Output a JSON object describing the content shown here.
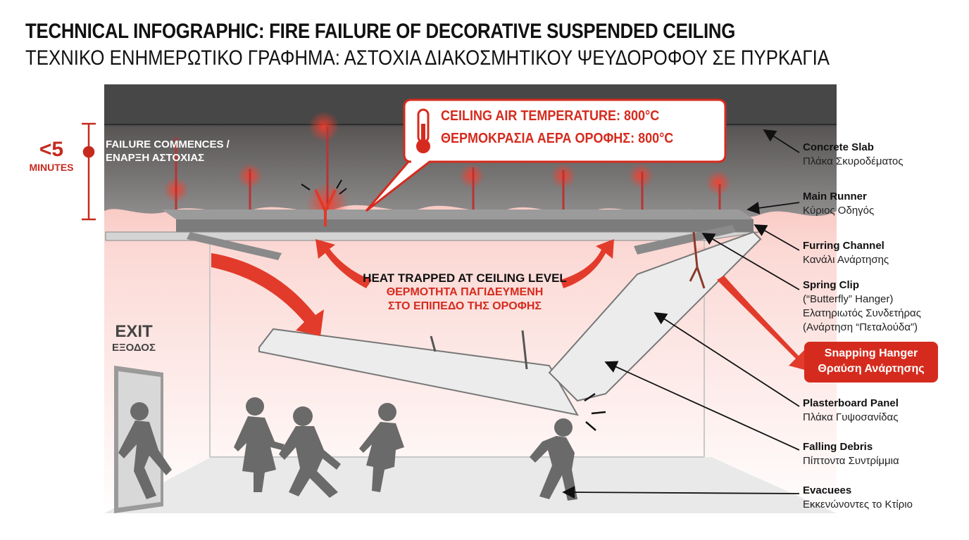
{
  "title": {
    "english": "TECHNICAL INFOGRAPHIC: FIRE FAILURE OF DECORATIVE SUSPENDED CEILING",
    "greek": "ΤΕΧΝΙΚΟ ΕΝΗΜΕΡΩΤΙΚΟ ΓΡΑΦΗΜΑ: ΑΣΤΟΧΙΑ ΔΙΑΚΟΣΜΗΤΙΚΟΥ ΨΕΥΔΟΡΟΦΟΥ ΣΕ ΠΥΡΚΑΓΙΑ"
  },
  "temperature_callout": {
    "english": "CEILING AIR TEMPERATURE: 800°C",
    "greek": "ΘΕΡΜΟΚΡΑΣΙΑ ΑΕΡΑ ΟΡΟΦΗΣ: 800°C",
    "icon": "thermometer-icon"
  },
  "failure_time": {
    "value": "<5",
    "unit": "MINUTES",
    "english": "FAILURE COMMENCES /",
    "greek": "ΕΝΑΡΞΗ ΑΣΤΟΧΙΑΣ"
  },
  "heat_label": {
    "english": "HEAT TRAPPED AT CEILING LEVEL",
    "greek_line1": "ΘΕΡΜΟΤΗΤΑ ΠΑΓΙΔΕΥΜΕΝΗ",
    "greek_line2": "ΣΤΟ ΕΠΙΠΕΔΟ ΤΗΣ ΟΡΟΦΗΣ"
  },
  "exit_sign": {
    "english": "EXIT",
    "greek": "ΕΞΟΔΟΣ"
  },
  "components": [
    {
      "english": "Concrete Slab",
      "greek": "Πλάκα Σκυροδέματος"
    },
    {
      "english": "Main Runner",
      "greek": "Κύριος Οδηγός"
    },
    {
      "english": "Furring Channel",
      "greek": "Κανάλι Ανάρτησης"
    },
    {
      "english": "Spring Clip",
      "english_line2": "(“Butterfly” Hanger)",
      "greek": "Ελατηριωτός Συνδετήρας",
      "greek_line2": "(Ανάρτηση “Πεταλούδα”)"
    },
    {
      "english": "Plasterboard Panel",
      "greek": "Πλάκα Γυψοσανίδας"
    },
    {
      "english": "Falling Debris",
      "greek": "Πίπτοντα Συντρίμμια"
    },
    {
      "english": "Evacuees",
      "greek": "Εκκενώνοντες το Κτίριο"
    }
  ],
  "highlight_badge": {
    "english": "Snapping Hanger",
    "greek": "Θραύση Ανάρτησης"
  },
  "colors": {
    "accent_red": "#d52b1e",
    "slab": "#4a4a4a",
    "smoke": "#5b5b5b",
    "glow": "#f7c9c4",
    "figure": "#6a6a6a"
  }
}
